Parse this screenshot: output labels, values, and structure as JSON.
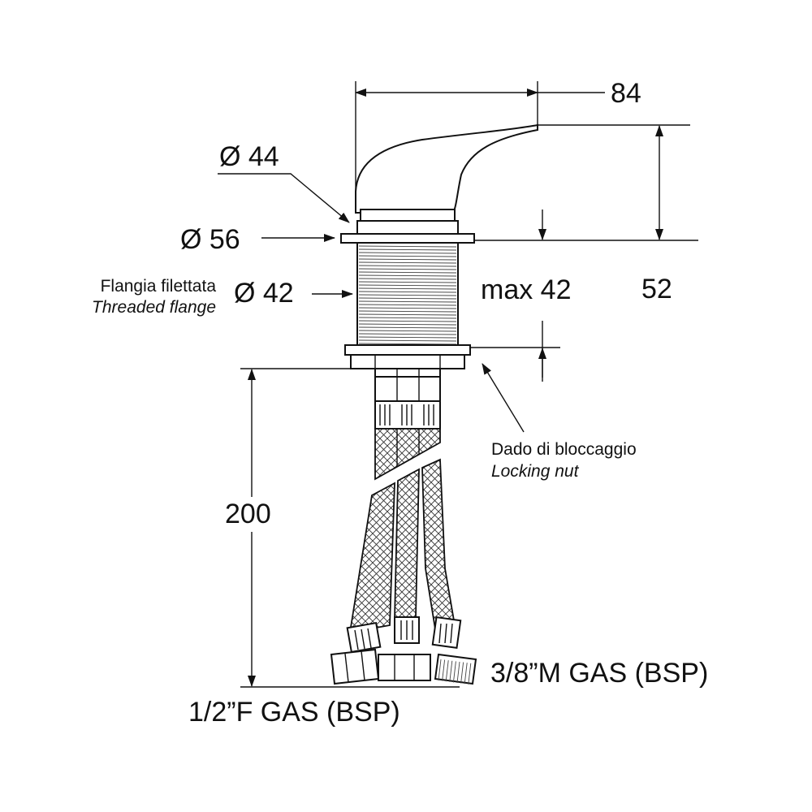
{
  "dimensions": {
    "width_total": "84",
    "height_total": "52",
    "lever_base_diameter": "Ø 44",
    "flange_diameter": "Ø 56",
    "thread_diameter": "Ø 42",
    "max_mount_thickness": "max 42",
    "hose_length": "200"
  },
  "labels": {
    "threaded_flange_it": "Flangia filettata",
    "threaded_flange_en": "Threaded flange",
    "locking_nut_it": "Dado di bloccaggio",
    "locking_nut_en": "Locking nut",
    "female_fitting": "1/2”F GAS (BSP)",
    "male_fitting": "3/8”M GAS (BSP)"
  },
  "colors": {
    "line": "#111111",
    "background": "#ffffff"
  }
}
